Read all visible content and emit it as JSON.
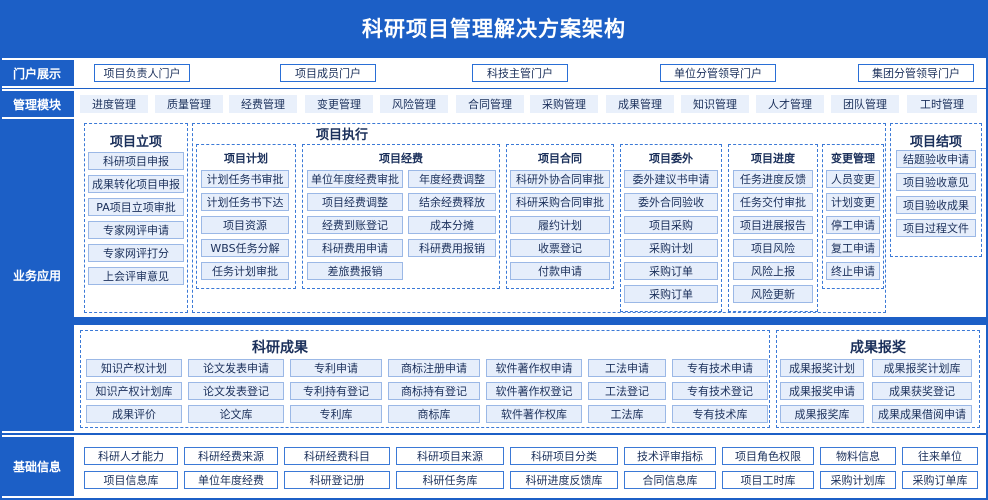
{
  "title": "科研项目管理解决方案架构",
  "rows": {
    "portal": "门户展示",
    "modules": "管理模块",
    "business": "业务应用",
    "basic": "基础信息"
  },
  "portals": [
    "项目负责人门户",
    "项目成员门户",
    "科技主管门户",
    "单位分管领导门户",
    "集团分管领导门户"
  ],
  "modules": [
    "进度管理",
    "质量管理",
    "经费管理",
    "变更管理",
    "风险管理",
    "合同管理",
    "采购管理",
    "成果管理",
    "知识管理",
    "人才管理",
    "团队管理",
    "工时管理"
  ],
  "exec_title": "项目执行",
  "groups": [
    {
      "title": "项目立项",
      "items": [
        "科研项目申报",
        "成果转化项目申报",
        "PA项目立项审批",
        "专家网评申请",
        "专家网评打分",
        "上会评审意见"
      ]
    },
    {
      "title": "项目计划",
      "items": [
        "计划任务书审批",
        "计划任务书下达",
        "项目资源",
        "WBS任务分解",
        "任务计划审批"
      ]
    },
    {
      "title": "项目经费",
      "items": [
        "单位年度经费审批",
        "年度经费调整",
        "项目经费调整",
        "结余经费释放",
        "经费到账登记",
        "成本分摊",
        "科研费用申请",
        "科研费用报销",
        "差旅费报销"
      ]
    },
    {
      "title": "项目合同",
      "items": [
        "科研外协合同审批",
        "科研采购合同审批",
        "履约计划",
        "收票登记",
        "付款申请"
      ]
    },
    {
      "title": "项目委外",
      "items": [
        "委外建议书申请",
        "委外合同验收",
        "项目采购",
        "采购计划",
        "采购订单",
        "采购订单"
      ]
    },
    {
      "title": "项目进度",
      "items": [
        "任务进度反馈",
        "任务交付审批",
        "项目进展报告",
        "项目风险",
        "风险上报",
        "风险更新"
      ]
    },
    {
      "title": "变更管理",
      "items": [
        "人员变更",
        "计划变更",
        "停工申请",
        "复工申请",
        "终止申请"
      ]
    },
    {
      "title": "项目结项",
      "items": [
        "结题验收申请",
        "项目验收意见",
        "项目验收成果",
        "项目过程文件"
      ]
    }
  ],
  "results": {
    "title": "科研成果",
    "items": [
      "知识产权计划",
      "论文发表申请",
      "专利申请",
      "商标注册申请",
      "软件著作权申请",
      "工法申请",
      "专有技术申请",
      "知识产权计划库",
      "论文发表登记",
      "专利持有登记",
      "商标持有登记",
      "软件著作权登记",
      "工法登记",
      "专有技术登记",
      "成果评价",
      "论文库",
      "专利库",
      "商标库",
      "软件著作权库",
      "工法库",
      "专有技术库"
    ]
  },
  "awards": {
    "title": "成果报奖",
    "items": [
      "成果报奖计划",
      "成果报奖计划库",
      "成果报奖申请",
      "成果获奖登记",
      "成果报奖库",
      "成果成果借阅申请"
    ]
  },
  "basic": [
    "科研人才能力",
    "科研经费来源",
    "科研经费科目",
    "科研项目来源",
    "科研项目分类",
    "技术评审指标",
    "项目角色权限",
    "物料信息",
    "往来单位",
    "项目信息库",
    "单位年度经费",
    "科研登记册",
    "科研任务库",
    "科研进度反馈库",
    "合同信息库",
    "项目工时库",
    "采购计划库",
    "采购订单库"
  ]
}
